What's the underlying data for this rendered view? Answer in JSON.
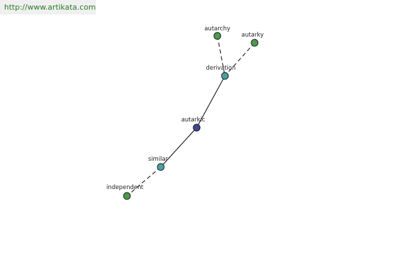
{
  "url": "http://www.artikata.com",
  "colors": {
    "green": "#4a9a4a",
    "teal": "#4aa0a0",
    "navy": "#404890",
    "edge": "#000000",
    "url_text": "#2a7a2a"
  },
  "nodes": [
    {
      "id": "autarchy",
      "label": "autarchy",
      "color": "green"
    },
    {
      "id": "autarky",
      "label": "autarky",
      "color": "green"
    },
    {
      "id": "derivation",
      "label": "derivation",
      "color": "teal"
    },
    {
      "id": "autarkic",
      "label": "autarkic",
      "color": "navy"
    },
    {
      "id": "similar",
      "label": "similar",
      "color": "teal"
    },
    {
      "id": "independent",
      "label": "independent",
      "color": "green"
    }
  ],
  "edges": [
    {
      "from": "autarchy",
      "to": "derivation",
      "style": "dashed"
    },
    {
      "from": "autarky",
      "to": "derivation",
      "style": "dashed"
    },
    {
      "from": "derivation",
      "to": "autarkic",
      "style": "solid"
    },
    {
      "from": "autarkic",
      "to": "similar",
      "style": "solid"
    },
    {
      "from": "similar",
      "to": "independent",
      "style": "dashed"
    }
  ]
}
